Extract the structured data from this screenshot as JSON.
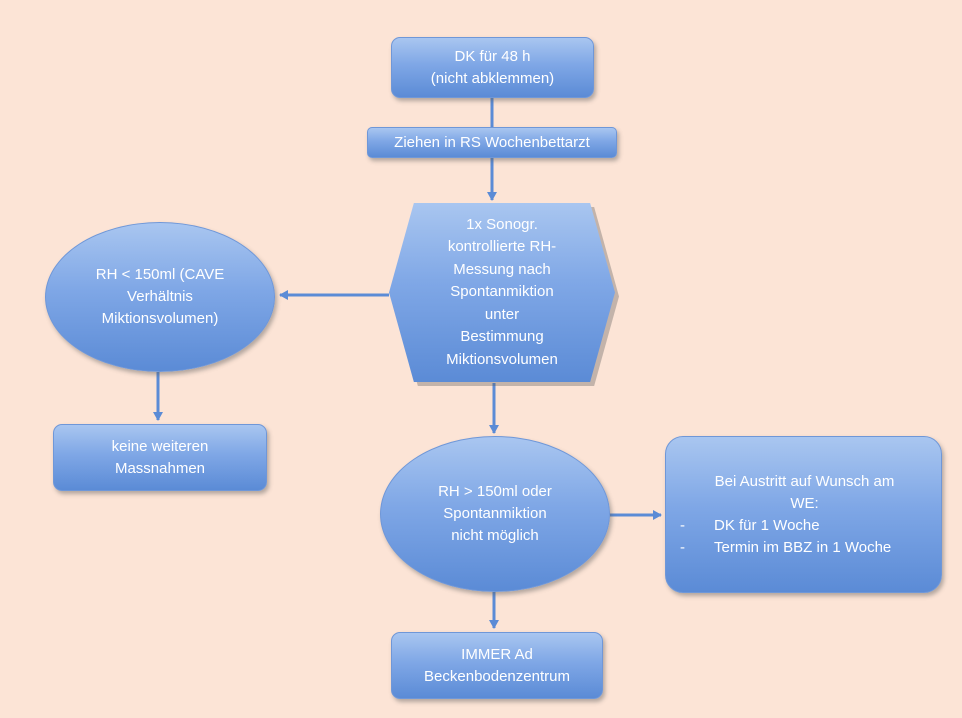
{
  "diagram": {
    "colors": {
      "background": "#fce4d6",
      "node_fill": "#7fa7e6",
      "node_text": "#ffffff",
      "connector": "#5b8bd6"
    },
    "nodes": {
      "dk_48h": "DK für 48 h\n(nicht abklemmen)",
      "ziehen": "Ziehen in RS Wochenbettarzt",
      "sono": "1x Sonogr.\nkontrollierte RH-\nMessung nach\nSpontanmiktion\nunter\nBestimmung\nMiktionsvolumen",
      "rh_low": "RH < 150ml (CAVE\nVerhältnis\nMiktionsvolumen)",
      "keine": "keine weiteren\nMassnahmen",
      "rh_high": "RH > 150ml oder\nSpontanmiktion\nnicht möglich",
      "immer": "IMMER Ad\nBeckenbodenzentrum",
      "austritt": {
        "title": "Bei Austritt auf Wunsch am\nWE:",
        "bullet_marker": "-",
        "items": [
          "DK für 1 Woche",
          "Termin im BBZ in 1 Woche"
        ]
      }
    }
  }
}
